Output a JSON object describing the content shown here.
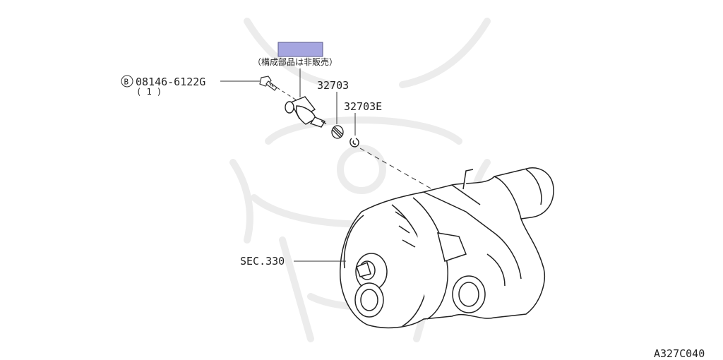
{
  "diagram_id": "A327C040",
  "not_sold_note": "（構成部品は非販売）",
  "highlight_color": "#a6a6e0",
  "bolt": {
    "marker": "B",
    "part_number": "08146-6122G",
    "quantity": "( 1 )"
  },
  "parts": {
    "gear": "32703",
    "clip": "32703E"
  },
  "section_ref": "SEC.330",
  "watermark": "samurai-helmet-watermark"
}
